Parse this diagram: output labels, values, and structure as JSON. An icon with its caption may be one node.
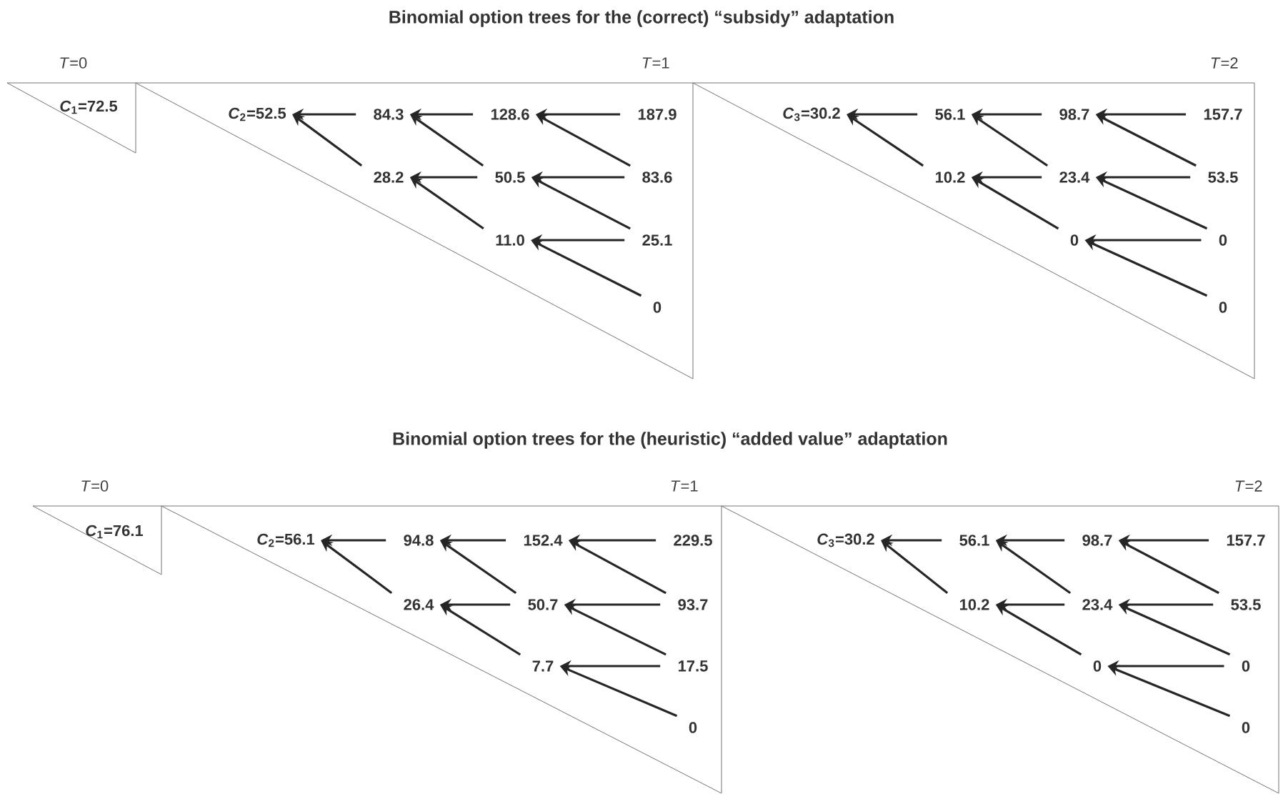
{
  "diagram": {
    "nodes": [
      {
        "text": [
          "*T*=0"
        ]
      },
      {
        "text": [
          "*C*$_{1}$=72.5"
        ],
        "in": 0
      },
      {
        "text": [
          "*T*=1"
        ]
      },
      {
        "text": [
          "*C*$_{2}$=52.5"
        ],
        "in": 2
      },
      {
        "text": [
          "84.3"
        ],
        "in": 2
      },
      {
        "text": [
          "28.2"
        ],
        "in": 2
      },
      {
        "text": [
          "128.6"
        ],
        "in": 2
      },
      {
        "text": [
          "50.5"
        ],
        "in": 2
      },
      {
        "text": [
          "11.0"
        ],
        "in": 2
      },
      {
        "text": [
          "187.9"
        ],
        "in": 2
      },
      {
        "text": [
          "83.6"
        ],
        "in": 2
      },
      {
        "text": [
          "25.1"
        ],
        "in": 2
      },
      {
        "text": [
          "0"
        ],
        "in": 2
      },
      {
        "text": [
          "*T*=2"
        ]
      },
      {
        "text": [
          "*C*$_{3}$=30.2"
        ],
        "in": 13
      },
      {
        "text": [
          "56.1"
        ],
        "in": 13
      },
      {
        "text": [
          "10.2"
        ],
        "in": 13
      },
      {
        "text": [
          "98.7"
        ],
        "in": 13
      },
      {
        "text": [
          "23.4"
        ],
        "in": 13
      },
      {
        "text": [
          "0"
        ],
        "in": 13
      },
      {
        "text": [
          "157.7"
        ],
        "in": 13
      },
      {
        "text": [
          "53.5"
        ],
        "in": 13
      },
      {
        "text": [
          "0"
        ],
        "in": 13
      },
      {
        "text": [
          "0"
        ],
        "in": 13
      },
      {
        "text": [
          "*T*=0"
        ]
      },
      {
        "text": [
          "*C*$_{1}$=76.1"
        ],
        "in": 24
      },
      {
        "text": [
          "*T*=1"
        ]
      },
      {
        "text": [
          "*C*$_{2}$=56.1"
        ],
        "in": 26
      },
      {
        "text": [
          "94.8"
        ],
        "in": 26
      },
      {
        "text": [
          "26.4"
        ],
        "in": 26
      },
      {
        "text": [
          "152.4"
        ],
        "in": 26
      },
      {
        "text": [
          "50.7"
        ],
        "in": 26
      },
      {
        "text": [
          "7.7"
        ],
        "in": 26
      },
      {
        "text": [
          "229.5"
        ],
        "in": 26
      },
      {
        "text": [
          "93.7"
        ],
        "in": 26
      },
      {
        "text": [
          "17.5"
        ],
        "in": 26
      },
      {
        "text": [
          "0"
        ],
        "in": 26
      },
      {
        "text": [
          "*T*=2"
        ]
      },
      {
        "text": [
          "*C*$_{3}$=30.2"
        ],
        "in": 37
      },
      {
        "text": [
          "56.1"
        ],
        "in": 37
      },
      {
        "text": [
          "10.2"
        ],
        "in": 37
      },
      {
        "text": [
          "98.7"
        ],
        "in": 37
      },
      {
        "text": [
          "23.4"
        ],
        "in": 37
      },
      {
        "text": [
          "0"
        ],
        "in": 37
      },
      {
        "text": [
          "157.7"
        ],
        "in": 37
      },
      {
        "text": [
          "53.5"
        ],
        "in": 37
      },
      {
        "text": [
          "0"
        ],
        "in": 37
      },
      {
        "text": [
          "0"
        ],
        "in": 37
      }
    ],
    "edges": [
      {
        "from": 4,
        "to": 3,
        "arrow": "to"
      },
      {
        "from": 5,
        "to": 3,
        "arrow": "to"
      },
      {
        "from": 6,
        "to": 4,
        "arrow": "to"
      },
      {
        "from": 7,
        "to": 4,
        "arrow": "to"
      },
      {
        "from": 7,
        "to": 5,
        "arrow": "to"
      },
      {
        "from": 8,
        "to": 5,
        "arrow": "to"
      },
      {
        "from": 9,
        "to": 6,
        "arrow": "to"
      },
      {
        "from": 10,
        "to": 6,
        "arrow": "to"
      },
      {
        "from": 10,
        "to": 7,
        "arrow": "to"
      },
      {
        "from": 11,
        "to": 7,
        "arrow": "to"
      },
      {
        "from": 11,
        "to": 8,
        "arrow": "to"
      },
      {
        "from": 12,
        "to": 8,
        "arrow": "to"
      },
      {
        "from": 15,
        "to": 14,
        "arrow": "to"
      },
      {
        "from": 16,
        "to": 14,
        "arrow": "to"
      },
      {
        "from": 17,
        "to": 15,
        "arrow": "to"
      },
      {
        "from": 18,
        "to": 15,
        "arrow": "to"
      },
      {
        "from": 18,
        "to": 16,
        "arrow": "to"
      },
      {
        "from": 19,
        "to": 16,
        "arrow": "to"
      },
      {
        "from": 20,
        "to": 17,
        "arrow": "to"
      },
      {
        "from": 21,
        "to": 17,
        "arrow": "to"
      },
      {
        "from": 21,
        "to": 18,
        "arrow": "to"
      },
      {
        "from": 22,
        "to": 18,
        "arrow": "to"
      },
      {
        "from": 22,
        "to": 19,
        "arrow": "to"
      },
      {
        "from": 23,
        "to": 19,
        "arrow": "to"
      },
      {
        "from": 28,
        "to": 27,
        "arrow": "to"
      },
      {
        "from": 29,
        "to": 27,
        "arrow": "to"
      },
      {
        "from": 30,
        "to": 28,
        "arrow": "to"
      },
      {
        "from": 31,
        "to": 28,
        "arrow": "to"
      },
      {
        "from": 31,
        "to": 29,
        "arrow": "to"
      },
      {
        "from": 32,
        "to": 29,
        "arrow": "to"
      },
      {
        "from": 33,
        "to": 30,
        "arrow": "to"
      },
      {
        "from": 34,
        "to": 30,
        "arrow": "to"
      },
      {
        "from": 34,
        "to": 31,
        "arrow": "to"
      },
      {
        "from": 35,
        "to": 31,
        "arrow": "to"
      },
      {
        "from": 35,
        "to": 32,
        "arrow": "to"
      },
      {
        "from": 36,
        "to": 32,
        "arrow": "to"
      },
      {
        "from": 39,
        "to": 38,
        "arrow": "to"
      },
      {
        "from": 40,
        "to": 38,
        "arrow": "to"
      },
      {
        "from": 41,
        "to": 39,
        "arrow": "to"
      },
      {
        "from": 42,
        "to": 39,
        "arrow": "to"
      },
      {
        "from": 42,
        "to": 40,
        "arrow": "to"
      },
      {
        "from": 43,
        "to": 40,
        "arrow": "to"
      },
      {
        "from": 44,
        "to": 41,
        "arrow": "to"
      },
      {
        "from": 45,
        "to": 41,
        "arrow": "to"
      },
      {
        "from": 45,
        "to": 42,
        "arrow": "to"
      },
      {
        "from": 46,
        "to": 42,
        "arrow": "to"
      },
      {
        "from": 46,
        "to": 43,
        "arrow": "to"
      },
      {
        "from": 47,
        "to": 43,
        "arrow": "to"
      }
    ],
    "labels": [
      "Binomial option trees for the (correct) “subsidy” adaptation",
      "Binomial option trees for the (heuristic) “added value” adaptation"
    ]
  }
}
